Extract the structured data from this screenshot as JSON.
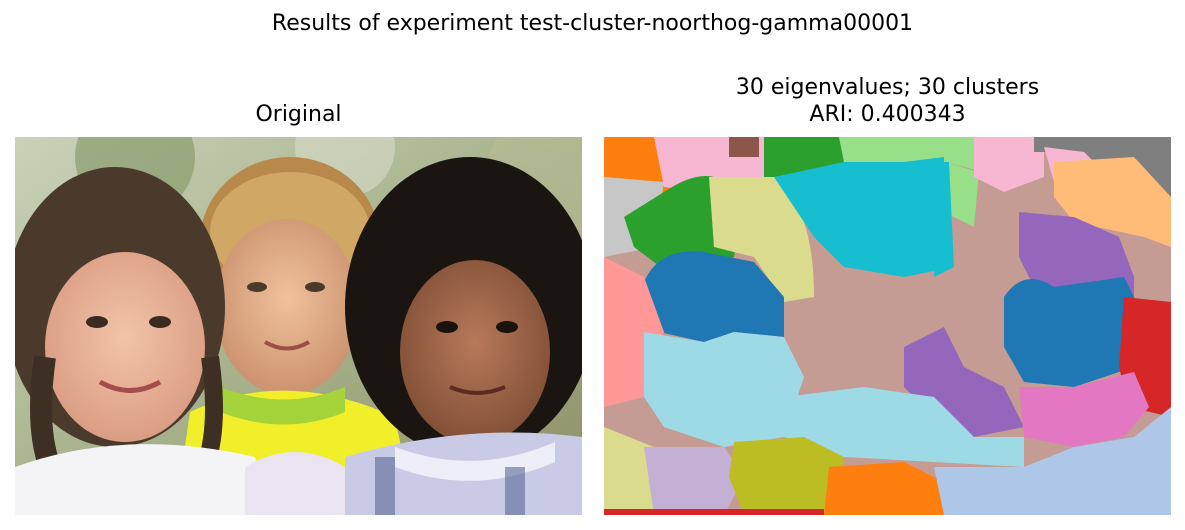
{
  "figure": {
    "suptitle": "Results of experiment test-cluster-noorthog-gamma00001"
  },
  "panels": {
    "left": {
      "title": "Original",
      "content": "photo of three children"
    },
    "right": {
      "title_line1": "30 eigenvalues; 30 clusters",
      "title_line2": "ARI: 0.400343",
      "content": "segmentation map",
      "palette": [
        "#1f77b4",
        "#aec7e8",
        "#ff7f0e",
        "#ffbb78",
        "#2ca02c",
        "#98df8a",
        "#d62728",
        "#ff9896",
        "#9467bd",
        "#c5b0d5",
        "#8c564b",
        "#c49c94",
        "#e377c2",
        "#f7b6d2",
        "#7f7f7f",
        "#c7c7c7",
        "#bcbd22",
        "#dbdb8d",
        "#17becf",
        "#9edae5"
      ]
    }
  }
}
